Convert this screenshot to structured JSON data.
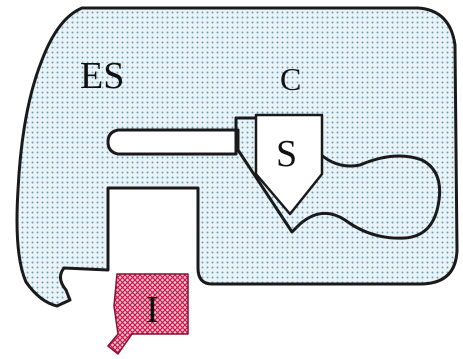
{
  "labels": {
    "es": "ES",
    "c": "C",
    "s": "S",
    "i": "I"
  },
  "colors": {
    "outline": "#1a1a1a",
    "shape_fill": "#eaf4f8",
    "dot": "#6f9fb4",
    "shield_fill": "#ffffff",
    "i_fill": "#f4c6d4",
    "i_hatch": "#c9184a"
  }
}
